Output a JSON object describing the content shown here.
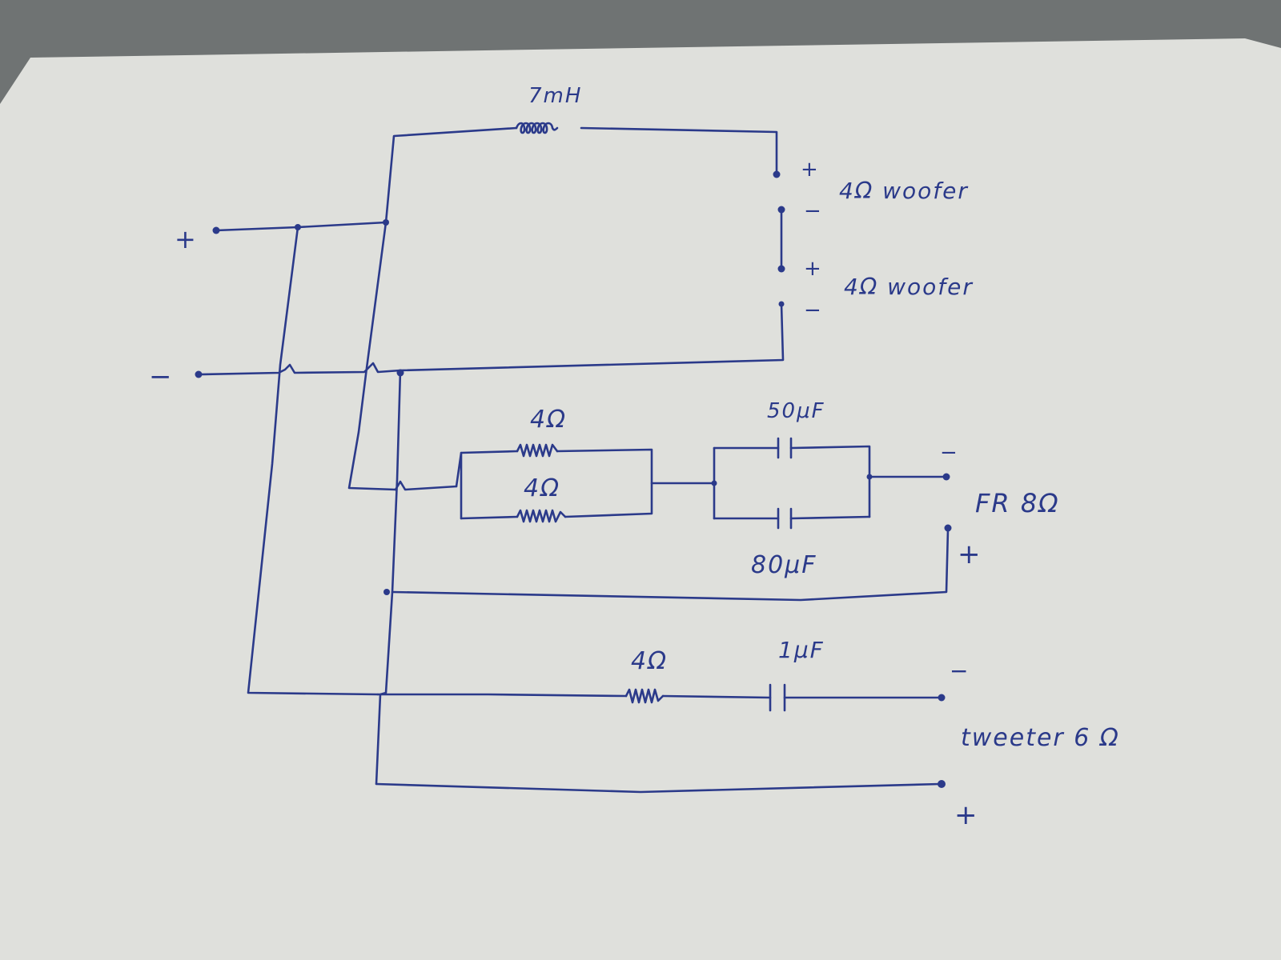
{
  "colors": {
    "ink": "#2b3a8a",
    "paper": "#dfe0dc",
    "background": "#6f7373"
  },
  "labels": {
    "inductor": "7mH",
    "input_plus": "+",
    "input_minus": "−",
    "woofer1_plus": "+",
    "woofer1_minus": "−",
    "woofer1": "4Ω woofer",
    "woofer2_plus": "+",
    "woofer2_minus": "−",
    "woofer2": "4Ω woofer",
    "res_top": "4Ω",
    "res_bottom": "4Ω",
    "cap_top": "50μF",
    "cap_bottom": "80μF",
    "fr_minus": "−",
    "fr_plus": "+",
    "fr": "FR 8Ω",
    "tw_res": "4Ω",
    "tw_cap": "1μF",
    "tw_minus": "−",
    "tw_plus": "+",
    "tweeter": "tweeter 6 Ω"
  }
}
